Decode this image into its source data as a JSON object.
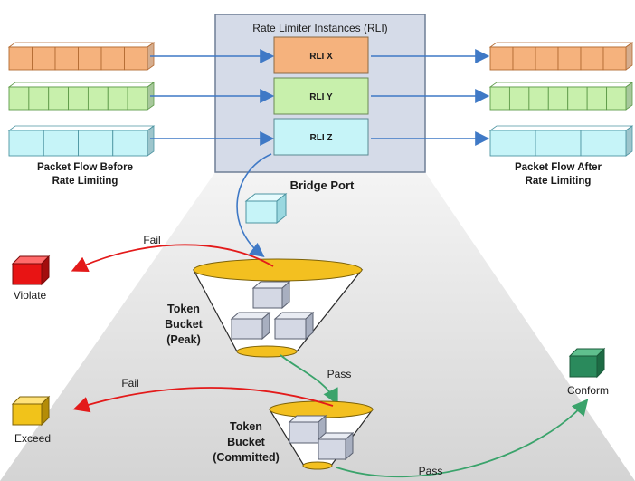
{
  "colors": {
    "orange": "#f5b27d",
    "orange_edge": "#b36a32",
    "green": "#c8f0ac",
    "green_edge": "#5f9b4a",
    "cyan": "#c6f4f8",
    "cyan_edge": "#4d95a2",
    "arrow_blue": "#3f79c6",
    "arrow_red": "#e31a1a",
    "arrow_green": "#3aa36b",
    "bridge_bg": "#d5dbe8",
    "bucket_gold": "#f3c020",
    "violate_red": "#e81414",
    "exceed_gold": "#f1c31a",
    "conform_green": "#2a8a5c"
  },
  "bridge": {
    "title": "Rate Limiter Instances (RLI)",
    "rli_x": "RLI X",
    "rli_y": "RLI Y",
    "rli_z": "RLI Z",
    "port_label": "Bridge Port"
  },
  "flows": {
    "before_line1": "Packet Flow Before",
    "before_line2": "Rate Limiting",
    "after_line1": "Packet Flow After",
    "after_line2": "Rate Limiting"
  },
  "peak": {
    "line1": "Token",
    "line2": "Bucket",
    "line3": "(Peak)",
    "fail": "Fail",
    "pass": "Pass"
  },
  "committed": {
    "line1": "Token",
    "line2": "Bucket",
    "line3": "(Committed)",
    "fail": "Fail",
    "pass": "Pass"
  },
  "outcomes": {
    "violate": "Violate",
    "exceed": "Exceed",
    "conform": "Conform"
  }
}
